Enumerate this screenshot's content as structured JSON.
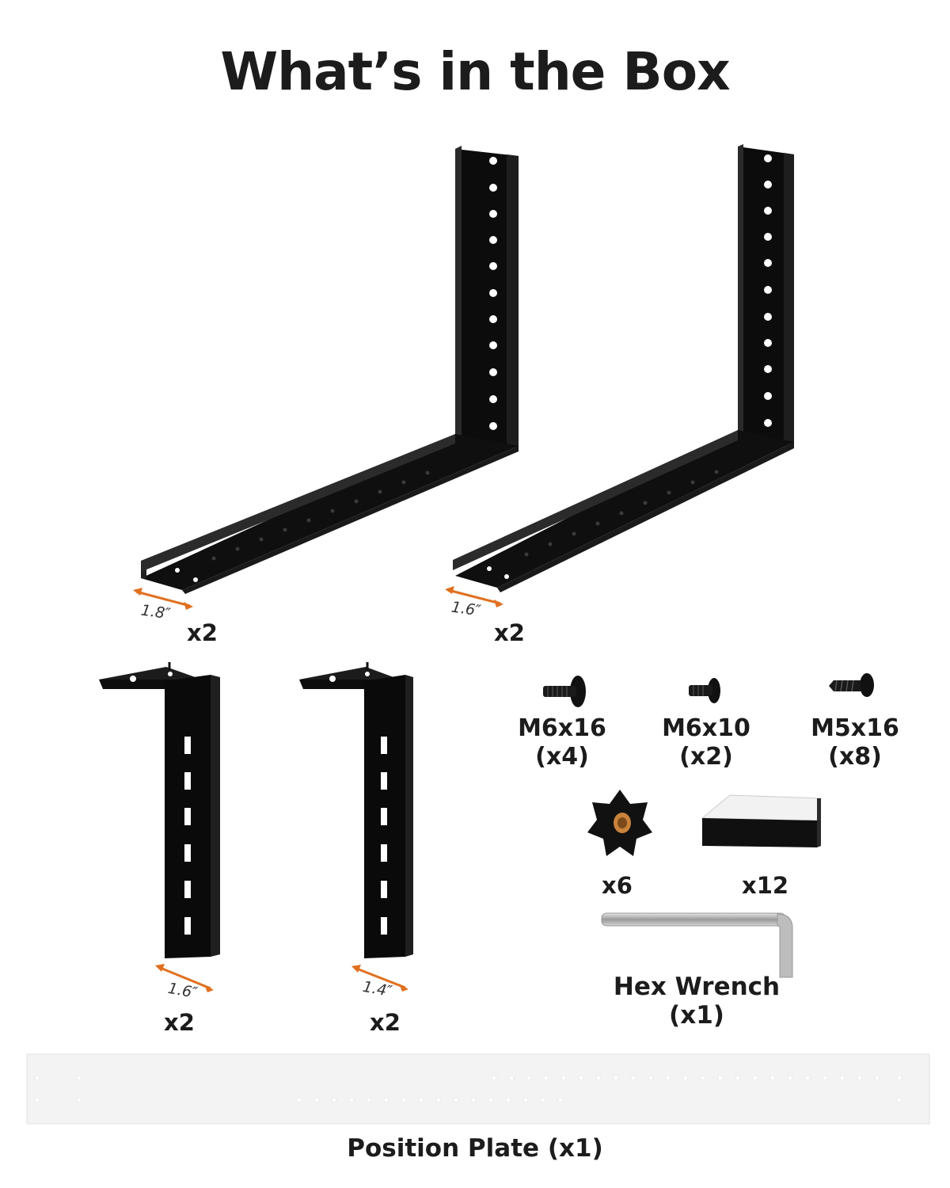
{
  "title": "What’s in the Box",
  "large_brackets": [
    {
      "width": "1.8″",
      "qty": "x2"
    },
    {
      "width": "1.6″",
      "qty": "x2"
    }
  ],
  "vertical_brackets": [
    {
      "width": "1.6″",
      "qty": "x2"
    },
    {
      "width": "1.4″",
      "qty": "x2"
    }
  ],
  "screws": [
    {
      "name": "M6x16",
      "qty": "(x4)",
      "icon": "screw-icon"
    },
    {
      "name": "M6x10",
      "qty": "(x2)",
      "icon": "screw-icon"
    },
    {
      "name": "M5x16",
      "qty": "(x8)",
      "icon": "self-tapping-screw-icon"
    }
  ],
  "knob": {
    "qty": "x6",
    "icon": "star-knob-icon"
  },
  "pads": {
    "qty": "x12",
    "icon": "adhesive-pad-icon"
  },
  "hex_wrench": {
    "name": "Hex Wrench",
    "qty": "(x1)",
    "icon": "hex-wrench-icon"
  },
  "position_plate": {
    "label": "Position Plate (x1)"
  },
  "colors": {
    "accent": "#e0701f",
    "metal": "#111111"
  }
}
